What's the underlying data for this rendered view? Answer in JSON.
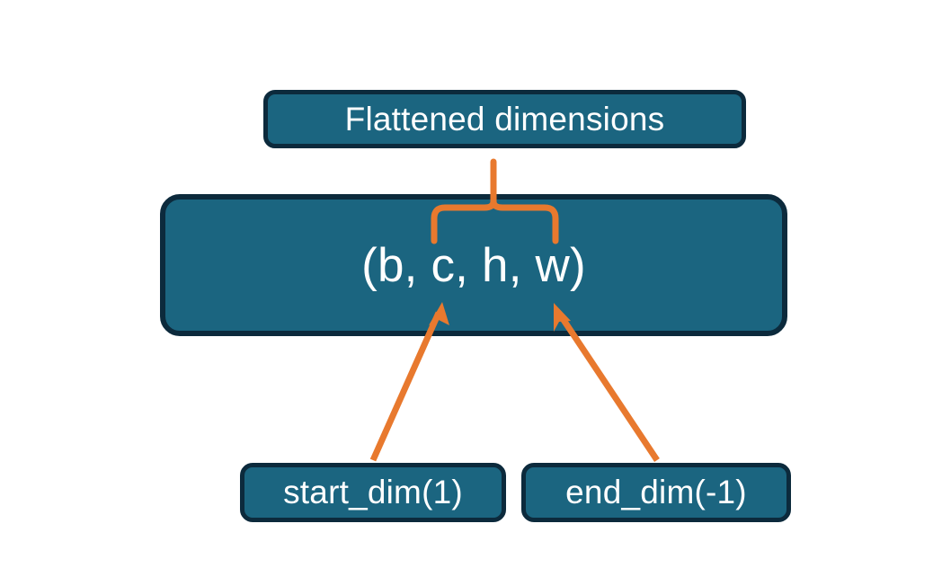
{
  "diagram": {
    "title_concept": "flatten start_dim and end_dim over tensor shape",
    "background_color": "#FFFFFF",
    "node_fill_color": "#1B6580",
    "node_border_color": "#0C2A3C",
    "node_text_color": "#FFFFFF",
    "accent_color": "#E8792E",
    "nodes": {
      "flattened": {
        "label": "Flattened dimensions"
      },
      "shape": {
        "label": "(b, c, h, w)"
      },
      "start_dim": {
        "label": "start_dim(1)"
      },
      "end_dim": {
        "label": "end_dim(-1)"
      }
    },
    "connectors": [
      {
        "name": "brace-flattened-to-shape",
        "type": "curly-brace",
        "from": "flattened",
        "to": "shape",
        "color": "#E8792E",
        "spans_tokens": [
          "c",
          "h",
          "w"
        ]
      },
      {
        "name": "arrow-start-dim-to-shape",
        "type": "arrow",
        "from": "start_dim",
        "to": "shape",
        "color": "#E8792E",
        "points_at_token": "c"
      },
      {
        "name": "arrow-end-dim-to-shape",
        "type": "arrow",
        "from": "end_dim",
        "to": "shape",
        "color": "#E8792E",
        "points_at_token": "w"
      }
    ]
  }
}
